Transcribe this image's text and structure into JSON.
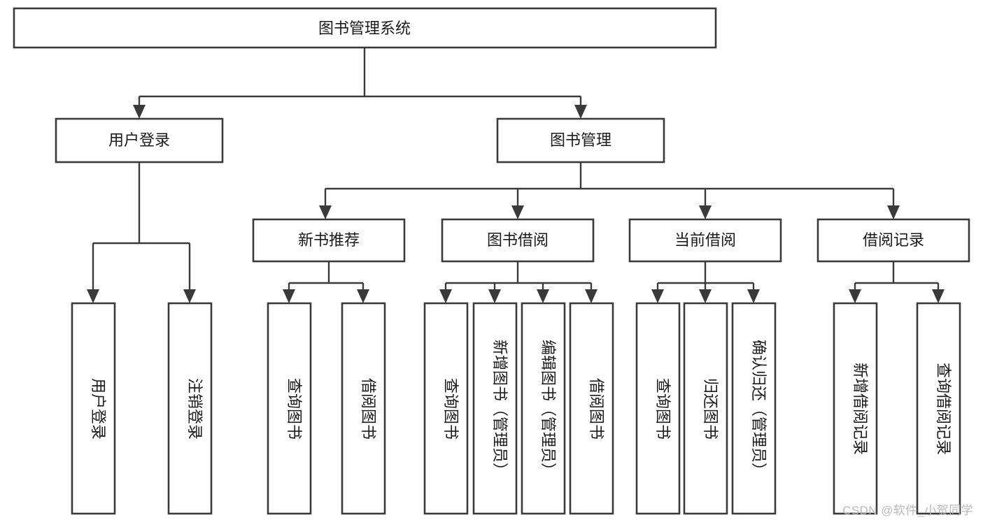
{
  "diagram": {
    "type": "tree",
    "title": "图书管理系统",
    "orientation": "top-down",
    "watermark": "CSDN @软件_小贺同学",
    "colors": {
      "stroke": "#3a3a3a",
      "fill": "#ffffff",
      "text": "#1a1a1a",
      "watermark": "#b9b9b9"
    },
    "nodes": {
      "root": {
        "label": "图书管理系统",
        "level": 0
      },
      "l1": [
        {
          "id": "user-login",
          "label": "用户登录"
        },
        {
          "id": "book-manage",
          "label": "图书管理"
        }
      ],
      "l2": [
        {
          "id": "new-book-rec",
          "label": "新书推荐",
          "parent": "book-manage"
        },
        {
          "id": "book-borrow",
          "label": "图书借阅",
          "parent": "book-manage"
        },
        {
          "id": "current-borrow",
          "label": "当前借阅",
          "parent": "book-manage"
        },
        {
          "id": "borrow-record",
          "label": "借阅记录",
          "parent": "book-manage"
        }
      ],
      "leaves": {
        "user-login": [
          {
            "id": "leaf-user-login",
            "label": "用户登录"
          },
          {
            "id": "leaf-user-logout",
            "label": "注销登录"
          }
        ],
        "new-book-rec": [
          {
            "id": "leaf-query-book-1",
            "label": "查询图书"
          },
          {
            "id": "leaf-borrow-book-1",
            "label": "借阅图书"
          }
        ],
        "book-borrow": [
          {
            "id": "leaf-query-book-2",
            "label": "查询图书"
          },
          {
            "id": "leaf-add-book",
            "label": "新增图书（管理员）"
          },
          {
            "id": "leaf-edit-book",
            "label": "编辑图书（管理员）"
          },
          {
            "id": "leaf-borrow-book-2",
            "label": "借阅图书"
          }
        ],
        "current-borrow": [
          {
            "id": "leaf-query-book-3",
            "label": "查询图书"
          },
          {
            "id": "leaf-return-book",
            "label": "归还图书"
          },
          {
            "id": "leaf-confirm-return",
            "label": "确认归还（管理员）"
          }
        ],
        "borrow-record": [
          {
            "id": "leaf-add-record",
            "label": "新增借阅记录"
          },
          {
            "id": "leaf-query-record",
            "label": "查询借阅记录"
          }
        ]
      }
    }
  }
}
